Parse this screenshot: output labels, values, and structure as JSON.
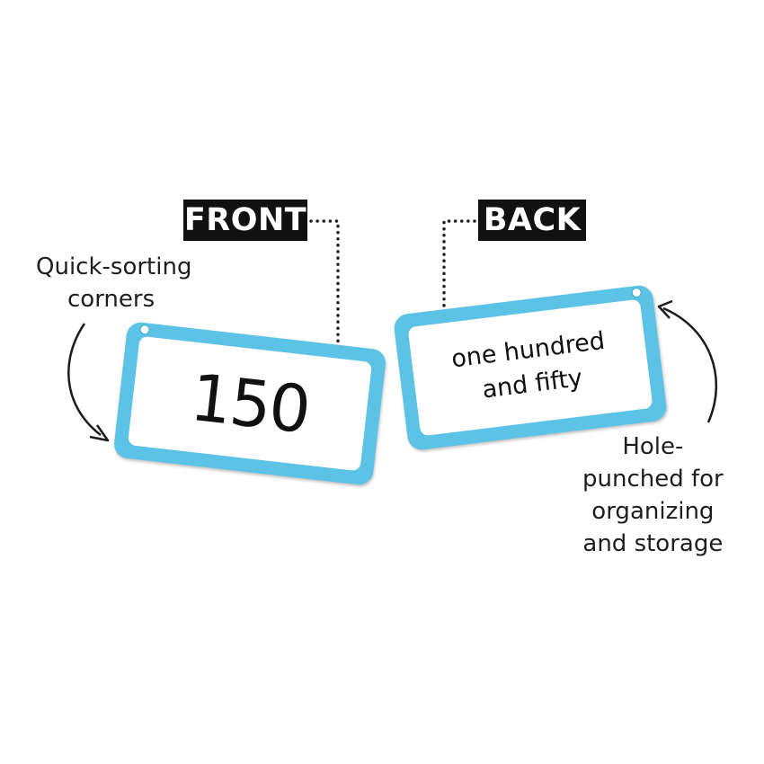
{
  "labels": {
    "front": "FRONT",
    "back": "BACK"
  },
  "captions": {
    "left": [
      "Quick-sorting",
      "corners"
    ],
    "right": [
      "Hole-",
      "punched for",
      "organizing",
      "and storage"
    ]
  },
  "cards": {
    "front": {
      "text": "150"
    },
    "back": {
      "line1": "one hundred",
      "line2": "and fifty"
    }
  },
  "colors": {
    "card_border": "#5cc3e6",
    "label_bg": "#111111",
    "label_text": "#ffffff"
  }
}
